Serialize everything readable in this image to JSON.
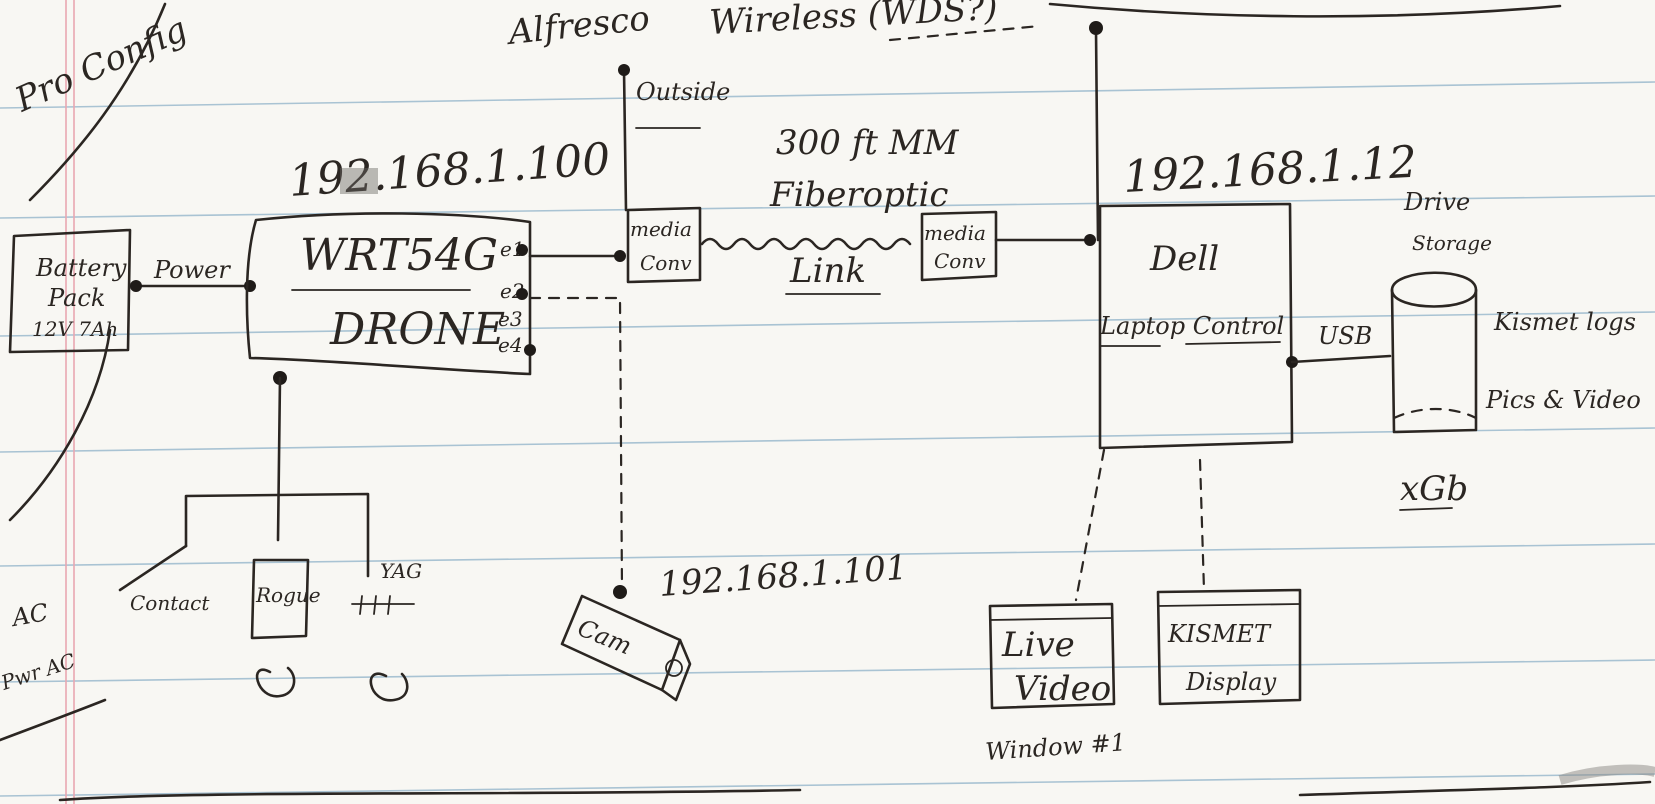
{
  "labels": {
    "top_left": "Pro Config",
    "alfresco": "Alfresco",
    "wireless": "Wireless (WDS?)",
    "battery_line1": "Battery",
    "battery_line2": "Pack",
    "battery_line3": "12V 7Ah",
    "power": "Power",
    "drone_ip": "192.168.1.100",
    "drone_line1": "WRT54G",
    "drone_line2": "DRONE",
    "port1": "e1",
    "port2": "e2",
    "port3": "e3",
    "port4": "e4",
    "outside": "Outside",
    "media_conv_left_1": "media",
    "media_conv_left_2": "Conv",
    "fiber_1": "300 ft MM",
    "fiber_2": "Fiberoptic",
    "fiber_3": "Link",
    "media_conv_right_1": "media",
    "media_conv_right_2": "Conv",
    "laptop_ip": "192.168.1.12",
    "laptop_line1": "Dell",
    "laptop_line2": "Laptop Control",
    "usb": "USB",
    "drive_1": "Drive",
    "drive_2": "Storage",
    "kismet_logs_1": "Kismet logs",
    "kismet_logs_2": "Pics & Video",
    "storage_size": "xGb",
    "cam_ip": "192.168.1.101",
    "cam": "Cam",
    "contact": "Contact",
    "rogue": "Rogue",
    "yag": "YAG",
    "live_video_1": "Live",
    "live_video_2": "Video",
    "window": "Window #1",
    "kismet_display_1": "KISMET",
    "kismet_display_2": "Display",
    "left_margin_1": "AC",
    "left_margin_2": "Pwr AC"
  }
}
